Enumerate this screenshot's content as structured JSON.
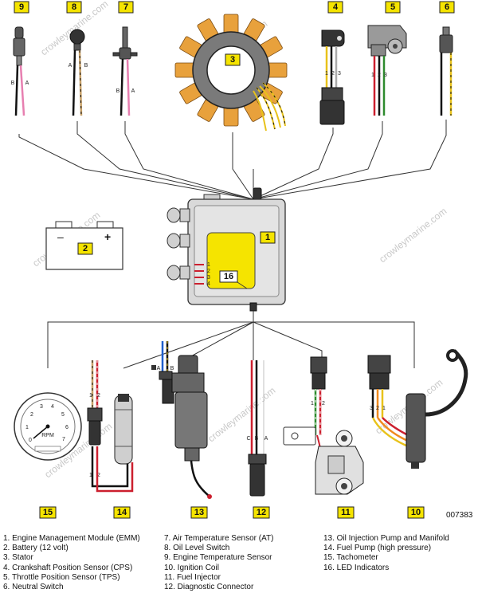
{
  "diagram_id": "007383",
  "watermark": "crowleymarine.com",
  "callouts": {
    "c1": "1",
    "c2": "2",
    "c3": "3",
    "c4": "4",
    "c5": "5",
    "c6": "6",
    "c7": "7",
    "c8": "8",
    "c9": "9",
    "c10": "10",
    "c11": "11",
    "c12": "12",
    "c13": "13",
    "c14": "14",
    "c15": "15",
    "c16": "16"
  },
  "pin_labels": {
    "p9_b": "B",
    "p9_a": "A",
    "p8_a": "A",
    "p8_b": "B",
    "p7_b": "B",
    "p7_a": "A",
    "p4_1": "1",
    "p4_2": "2",
    "p4_3": "3",
    "p5_1": "1",
    "p5_2": "2",
    "p5_3": "3",
    "led_1": "1",
    "led_2": "2",
    "led_3": "3",
    "led_4": "4",
    "p14_1": "1",
    "p14_2": "2",
    "p14_b1": "1",
    "p14_b2": "2",
    "p13_a": "A",
    "p13_b": "B",
    "p12_c": "C",
    "p12_b": "B",
    "p12_a": "A",
    "p11_1": "1",
    "p11_2": "2",
    "p10_3": "3",
    "p10_2": "2",
    "p10_1": "1",
    "batt_neg": "–",
    "batt_pos": "+"
  },
  "tach": {
    "n0": "0",
    "n1": "1",
    "n2": "2",
    "n3": "3",
    "n4": "4",
    "n5": "5",
    "n6": "6",
    "n7": "7",
    "unit": "RPM"
  },
  "legend": {
    "col1": [
      "1. Engine Management Module (EMM)",
      "2. Battery (12 volt)",
      "3. Stator",
      "4. Crankshaft Position Sensor (CPS)",
      "5. Throttle Position Sensor (TPS)",
      "6. Neutral Switch"
    ],
    "col2": [
      "7. Air Temperature Sensor (AT)",
      "8. Oil Level Switch",
      "9. Engine Temperature Sensor",
      "10. Ignition Coil",
      "11. Fuel Injector",
      "12. Diagnostic Connector"
    ],
    "col3": [
      "13. Oil Injection Pump and Manifold",
      "14. Fuel Pump (high pressure)",
      "15. Tachometer",
      "16. LED Indicators"
    ]
  },
  "colors": {
    "callout_fill": "#f5e400",
    "emm_body": "#d9d9d9",
    "stator_coil": "#e8a13c",
    "wire_red": "#cc1f2e",
    "wire_black": "#111111",
    "wire_green": "#2e8b2e",
    "wire_yellow": "#e8c21a",
    "wire_blue": "#1f5fcc",
    "wire_pink": "#e77fb0",
    "wire_orange": "#f08a1e",
    "wire_tan": "#c8a26a"
  }
}
